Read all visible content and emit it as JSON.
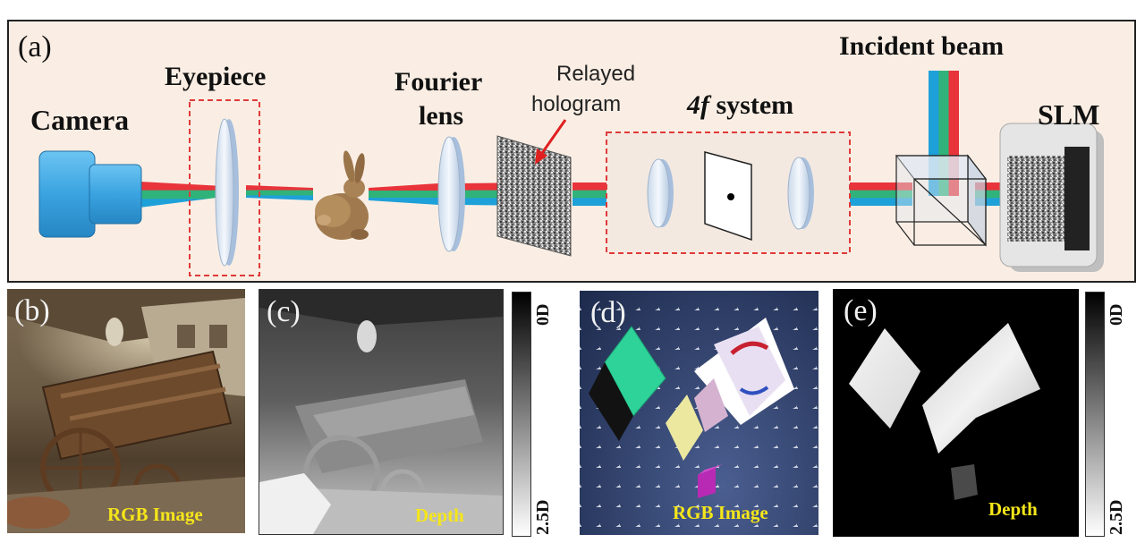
{
  "panel_a": {
    "letter": "(a)",
    "labels": {
      "camera": "Camera",
      "eyepiece": "Eyepiece",
      "fourier_lens_line1": "Fourier",
      "fourier_lens_line2": "lens",
      "relayed_hologram_line1": "Relayed",
      "relayed_hologram_line2": "hologram",
      "four_f_italic": "4f",
      "four_f_rest": " system",
      "incident_beam": "Incident beam",
      "slm": "SLM"
    },
    "colors": {
      "background": "#faeee4",
      "dashed_box": "#e03a3a",
      "camera_blue": "#3aa3e0",
      "beam_red": "#e8343a",
      "beam_green": "#2fb37a",
      "beam_blue": "#1ea0d8",
      "arrow_red": "#e02020"
    }
  },
  "panel_b": {
    "letter": "(b)",
    "caption": "RGB Image"
  },
  "panel_c": {
    "letter": "(c)",
    "caption": "Depth",
    "scale_top": "0D",
    "scale_bottom": "2.5D"
  },
  "panel_d": {
    "letter": "(d)",
    "caption": "RGB Image"
  },
  "panel_e": {
    "letter": "(e)",
    "caption": "Depth",
    "scale_top": "0D",
    "scale_bottom": "2.5D"
  },
  "caption_color": "#f5e61a"
}
